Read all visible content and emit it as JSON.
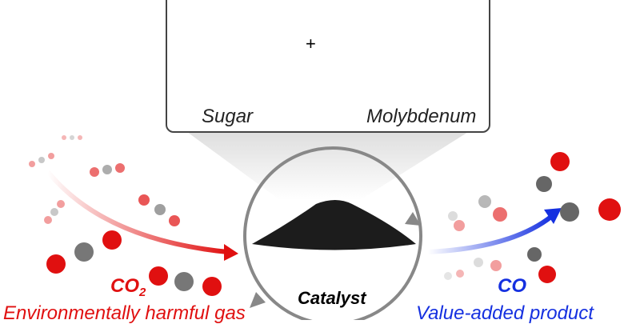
{
  "inputs": {
    "sugar": "Sugar",
    "plus": "+",
    "molybdenum": "Molybdenum"
  },
  "center": {
    "label": "Catalyst"
  },
  "left": {
    "formula": "CO",
    "subscript": "2",
    "description": "Environmentally harmful gas"
  },
  "right": {
    "formula": "CO",
    "description": "Value-added product"
  },
  "colors": {
    "red": "#e01010",
    "blue": "#1530e0",
    "gray": "#888888"
  }
}
